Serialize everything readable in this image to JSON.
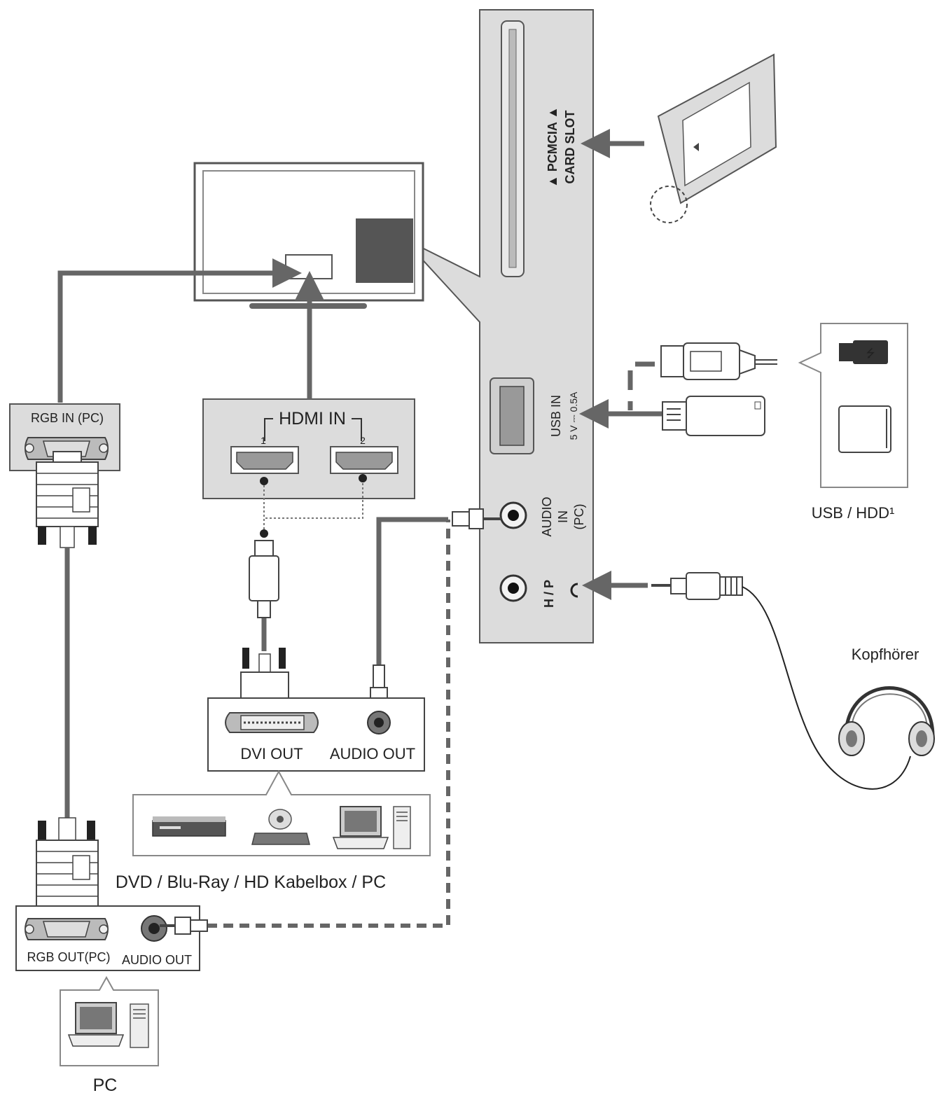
{
  "tv_panel": {
    "pcmcia_label_1": "▲ PCMCIA ▲",
    "pcmcia_label_2": "CARD SLOT",
    "usb_label_1": "USB IN",
    "usb_label_2": "5 V ⎓ 0.5A",
    "audio_label_1": "AUDIO",
    "audio_label_2": "IN",
    "audio_label_3": "(PC)",
    "hp_label": "H / P"
  },
  "hdmi_box": {
    "title": "HDMI IN",
    "port1": "1",
    "port2": "2"
  },
  "rgb_in": {
    "label": "RGB IN (PC)"
  },
  "source_box": {
    "dvi_label": "DVI OUT",
    "audio_label": "AUDIO OUT",
    "caption": "DVD / Blu-Ray / HD Kabelbox / PC"
  },
  "pc_box": {
    "rgb_label": "RGB OUT(PC)",
    "audio_label": "AUDIO OUT",
    "caption": "PC"
  },
  "usb_device": {
    "caption": "USB / HDD¹"
  },
  "headphones": {
    "caption": "Kopfhörer"
  },
  "icons": [
    "tv-icon",
    "pcmcia-card-icon",
    "usb-stick-icon",
    "hdd-icon",
    "headphones-icon",
    "dvd-player-icon",
    "camera-icon",
    "laptop-icon",
    "tower-icon"
  ],
  "colors": {
    "panel_fill": "#dcdcdc",
    "cable": "#666666",
    "line": "#444444"
  }
}
